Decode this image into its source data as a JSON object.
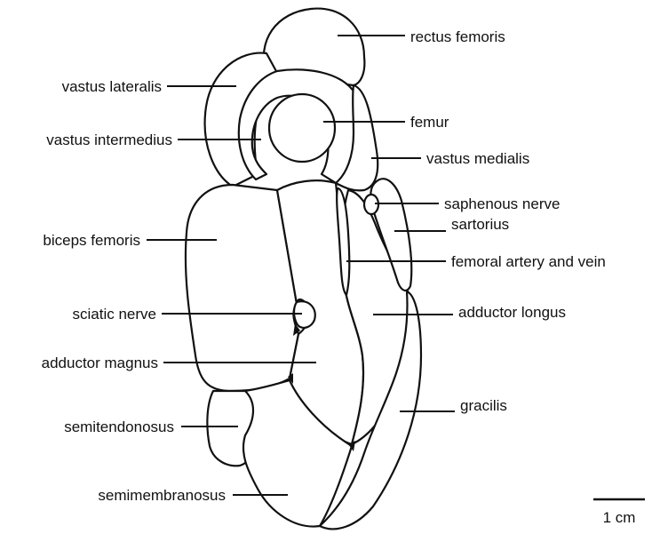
{
  "labels": {
    "rectus_femoris": "rectus femoris",
    "vastus_lateralis": "vastus lateralis",
    "femur": "femur",
    "vastus_intermedius": "vastus intermedius",
    "vastus_medialis": "vastus medialis",
    "saphenous_nerve": "saphenous nerve",
    "sartorius": "sartorius",
    "biceps_femoris": "biceps femoris",
    "femoral_artery_vein": "femoral artery and vein",
    "sciatic_nerve": "sciatic nerve",
    "adductor_longus": "adductor longus",
    "adductor_magnus": "adductor magnus",
    "gracilis": "gracilis",
    "semitendonosus": "semitendonosus",
    "semimembranosus": "semimembranosus"
  },
  "scale_bar": {
    "label": "1 cm"
  }
}
